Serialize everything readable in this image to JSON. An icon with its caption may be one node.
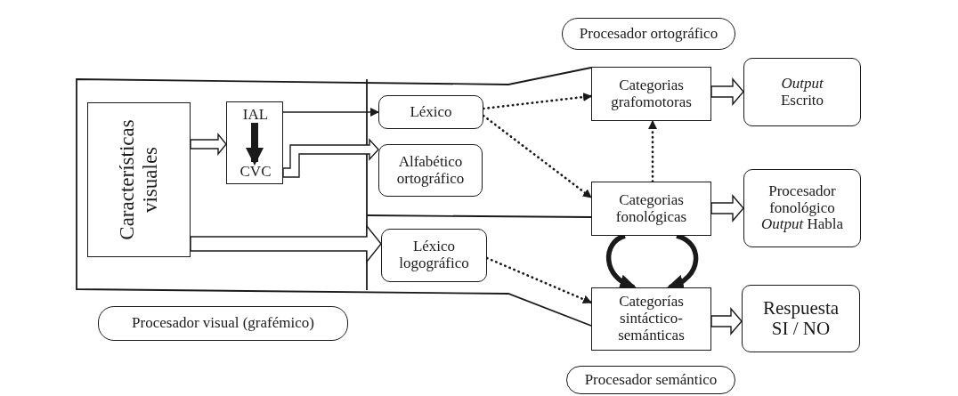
{
  "diagram": {
    "nodes": [
      {
        "text": [
          "Procesador ortográfico"
        ]
      },
      {
        "text": [
          "Características visuales"
        ]
      },
      {
        "text": [],
        "shape": "box"
      },
      {
        "text": [
          "IAL"
        ],
        "in": 2
      },
      {
        "text": [
          "CVC"
        ],
        "in": 2
      },
      {
        "text": [
          "Léxico"
        ]
      },
      {
        "text": [
          "Alfabético ortográfico"
        ]
      },
      {
        "text": [
          "Léxico logográfico"
        ]
      },
      {
        "text": [
          "Categorias grafomotoras"
        ]
      },
      {
        "text": [
          "*Output* Escrito"
        ]
      },
      {
        "text": [
          "Categorias fonológicas"
        ]
      },
      {
        "text": [
          "Procesador fonológico *Output* Habla"
        ]
      },
      {
        "text": [
          "Categorías sintáctico- semánticas"
        ]
      },
      {
        "text": [
          "Respuesta SI / NO"
        ]
      },
      {
        "text": [
          "Procesador visual (grafémico)"
        ]
      },
      {
        "text": [
          "Procesador semántico"
        ]
      }
    ],
    "edges": [
      {
        "from": 1,
        "to": 2,
        "arrow": "to",
        "style": "thick"
      },
      {
        "from": 3,
        "to": 4,
        "arrow": "to",
        "style": "thick"
      },
      {
        "from": 2,
        "to": 5,
        "arrow": "to"
      },
      {
        "from": 2,
        "to": 6,
        "arrow": "to",
        "style": "thick"
      },
      {
        "from": 1,
        "to": 7,
        "arrow": "to",
        "style": "thick"
      },
      {
        "from": 5,
        "to": 8,
        "arrow": "to",
        "style": "dashed"
      },
      {
        "from": 5,
        "to": 10,
        "arrow": "to",
        "style": "dashed"
      },
      {
        "from": 10,
        "to": 8,
        "arrow": "to",
        "style": "dashed"
      },
      {
        "from": 7,
        "to": 12,
        "arrow": "to",
        "style": "dashed"
      },
      {
        "from": 8,
        "to": 9,
        "arrow": "to",
        "style": "thick"
      },
      {
        "from": 10,
        "to": 11,
        "arrow": "to",
        "style": "thick"
      },
      {
        "from": 12,
        "to": 13,
        "arrow": "to",
        "style": "thick"
      },
      {
        "from": 10,
        "to": 12,
        "arrow": "to",
        "style": "thick"
      },
      {
        "from": 10,
        "to": 12,
        "arrow": "to",
        "style": "thick"
      }
    ]
  }
}
